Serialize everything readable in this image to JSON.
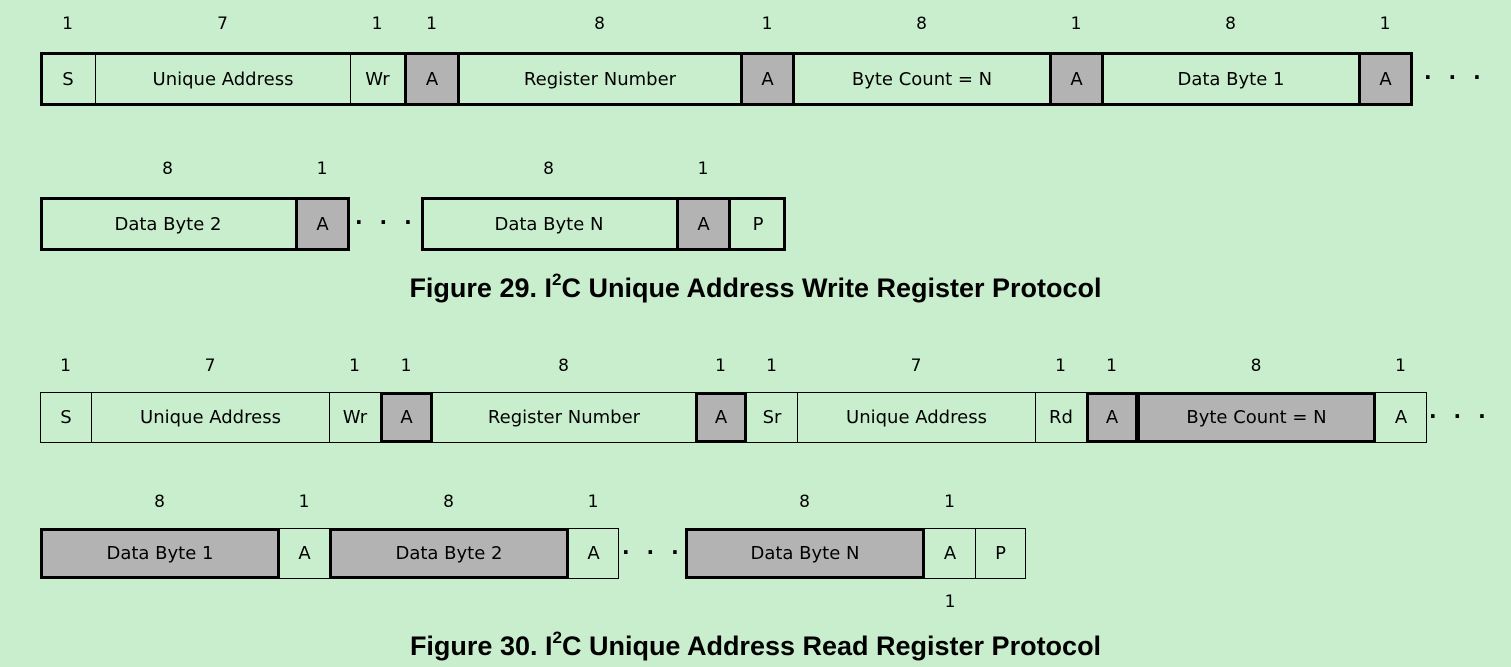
{
  "figure29": {
    "caption_prefix": "Figure 29.  I",
    "caption_sup": "2",
    "caption_suffix": "C Unique Address Write Register Protocol",
    "row1": {
      "fields": [
        {
          "label": "S",
          "bits": "1",
          "shaded": false
        },
        {
          "label": "Unique Address",
          "bits": "7",
          "shaded": false
        },
        {
          "label": "Wr",
          "bits": "1",
          "shaded": false
        },
        {
          "label": "A",
          "bits": "1",
          "shaded": true
        },
        {
          "label": "Register Number",
          "bits": "8",
          "shaded": false
        },
        {
          "label": "A",
          "bits": "1",
          "shaded": true
        },
        {
          "label": "Byte Count = N",
          "bits": "8",
          "shaded": false
        },
        {
          "label": "A",
          "bits": "1",
          "shaded": true
        },
        {
          "label": "Data Byte 1",
          "bits": "8",
          "shaded": false
        },
        {
          "label": "A",
          "bits": "1",
          "shaded": true
        }
      ],
      "continuation": "· · ·"
    },
    "row2": {
      "fields": [
        {
          "label": "Data Byte 2",
          "bits": "8",
          "shaded": false
        },
        {
          "label": "A",
          "bits": "1",
          "shaded": true
        },
        {
          "label": "Data Byte N",
          "bits": "8",
          "shaded": false
        },
        {
          "label": "A",
          "bits": "1",
          "shaded": true
        },
        {
          "label": "P",
          "bits": "",
          "shaded": false
        }
      ],
      "continuation": "· · ·"
    }
  },
  "figure30": {
    "caption_prefix": "Figure 30.  I",
    "caption_sup": "2",
    "caption_suffix": "C Unique Address Read Register Protocol",
    "row1": {
      "fields": [
        {
          "label": "S",
          "bits": "1",
          "shaded": false
        },
        {
          "label": "Unique Address",
          "bits": "7",
          "shaded": false
        },
        {
          "label": "Wr",
          "bits": "1",
          "shaded": false
        },
        {
          "label": "A",
          "bits": "1",
          "shaded": true
        },
        {
          "label": "Register Number",
          "bits": "8",
          "shaded": false
        },
        {
          "label": "A",
          "bits": "1",
          "shaded": true
        },
        {
          "label": "Sr",
          "bits": "1",
          "shaded": false
        },
        {
          "label": "Unique Address",
          "bits": "7",
          "shaded": false
        },
        {
          "label": "Rd",
          "bits": "1",
          "shaded": false
        },
        {
          "label": "A",
          "bits": "1",
          "shaded": true
        },
        {
          "label": "Byte Count = N",
          "bits": "8",
          "shaded": true
        },
        {
          "label": "A",
          "bits": "1",
          "shaded": false
        }
      ],
      "continuation": "· · ·"
    },
    "row2": {
      "fields": [
        {
          "label": "Data Byte 1",
          "bits": "8",
          "shaded": true
        },
        {
          "label": "A",
          "bits": "1",
          "shaded": false
        },
        {
          "label": "Data Byte 2",
          "bits": "8",
          "shaded": true
        },
        {
          "label": "A",
          "bits": "1",
          "shaded": false
        },
        {
          "label": "Data Byte N",
          "bits": "8",
          "shaded": true
        },
        {
          "label": "A",
          "bits": "1",
          "shaded": false
        },
        {
          "label": "P",
          "bits": "",
          "shaded": false
        }
      ],
      "continuation": "· · ·",
      "bottom_bits": "1"
    }
  },
  "colors": {
    "background": "#c8eecd",
    "shaded": "#b3b3b3",
    "line": "#000000"
  }
}
